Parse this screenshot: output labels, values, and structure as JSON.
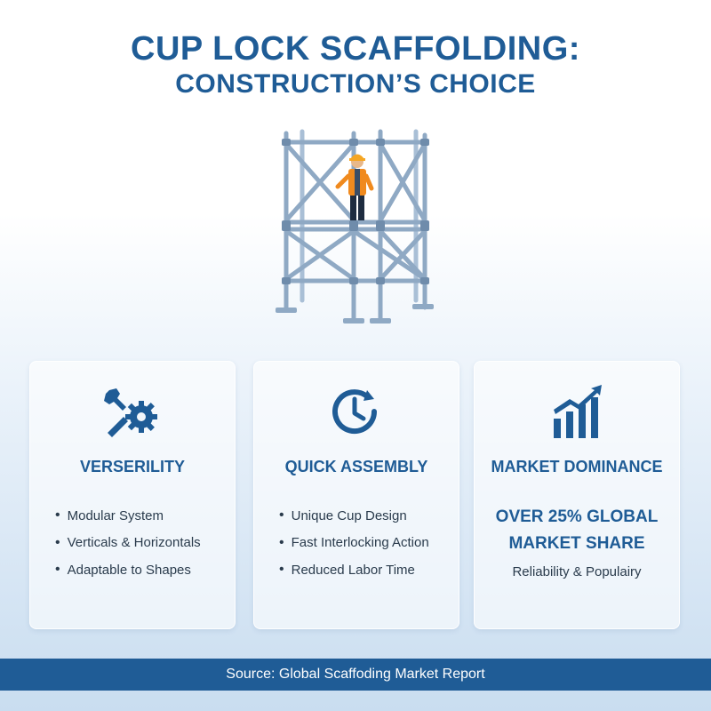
{
  "header": {
    "title_line1": "CUP LOCK SCAFFOLDING:",
    "title_line2": "CONSTRUCTION’S CHOICE"
  },
  "colors": {
    "primary": "#1f5c96",
    "scaffold": "#8fa9c4",
    "worker_vest": "#f08a1e",
    "worker_helmet": "#f5a623"
  },
  "cards": [
    {
      "icon": "wrench-gear-icon",
      "heading": "VERSERILITY",
      "bullets": [
        "Modular System",
        "Verticals & Horizontals",
        "Adaptable to Shapes"
      ]
    },
    {
      "icon": "clock-refresh-icon",
      "heading": "QUICK ASSEMBLY",
      "bullets": [
        "Unique Cup Design",
        "Fast Interlocking Action",
        "Reduced Labor Time"
      ]
    },
    {
      "icon": "growth-chart-icon",
      "heading": "MARKET DOMINANCE",
      "highlight_line1": "OVER 25% GLOBAL",
      "highlight_line2": "MARKET SHARE",
      "subtext": "Reliability & Populairy"
    }
  ],
  "footer": {
    "source": "Source: Global Scaffoding Market Report"
  }
}
